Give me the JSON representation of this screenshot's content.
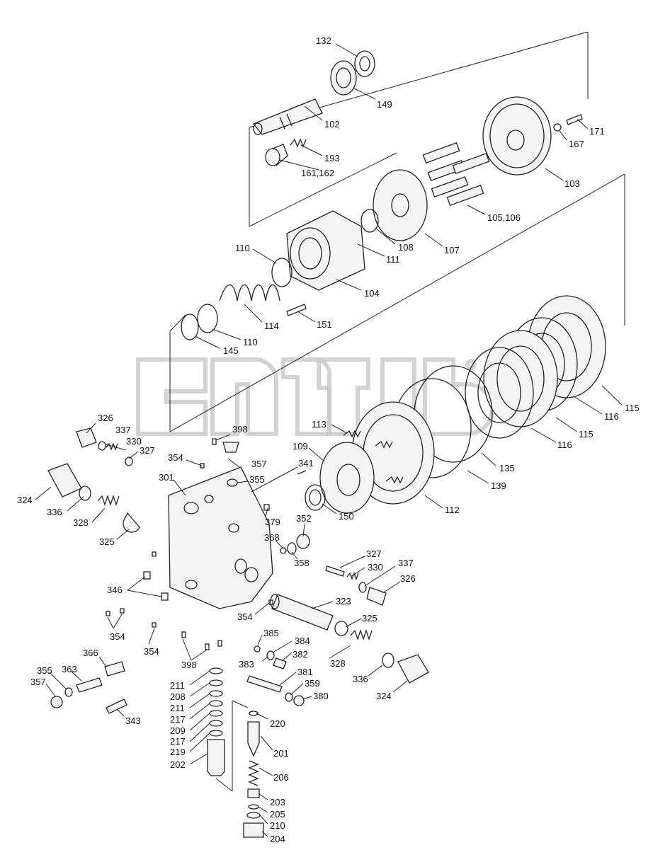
{
  "header_mark": "",
  "labels": {
    "132": "132",
    "149": "149",
    "102": "102",
    "193": "193",
    "161_162": "161,162",
    "171": "171",
    "167": "167",
    "103": "103",
    "105_106": "105,106",
    "107": "107",
    "108": "108",
    "111": "111",
    "110_top": "110",
    "104": "104",
    "114": "114",
    "151": "151",
    "110_bottom": "110",
    "145": "145",
    "115_right": "115",
    "116_right": "116",
    "115_mid": "115",
    "116_mid": "116",
    "113": "113",
    "109": "109",
    "135": "135",
    "139": "139",
    "112": "112",
    "150": "150",
    "326_top": "326",
    "337_top": "337",
    "330_top": "330",
    "327_top": "327",
    "398_top": "398",
    "354_a": "354",
    "357_top": "357",
    "341": "341",
    "301": "301",
    "355_top": "355",
    "324_left": "324",
    "336_left": "336",
    "328_left": "328",
    "325_left": "325",
    "379": "379",
    "352": "352",
    "368": "368",
    "358": "358",
    "327_right": "327",
    "330_right": "330",
    "337_right": "337",
    "326_right": "326",
    "346": "346",
    "323": "323",
    "354_b": "354",
    "325_right": "325",
    "354_c": "354",
    "385": "385",
    "384": "384",
    "382": "382",
    "354_d": "354",
    "383": "383",
    "328_right": "328",
    "398_bottom": "398",
    "366": "366",
    "381": "381",
    "336_right": "336",
    "359": "359",
    "355_bottom": "355",
    "363": "363",
    "324_right": "324",
    "357_bottom": "357",
    "211_a": "211",
    "208": "208",
    "380": "380",
    "211_b": "211",
    "217_a": "217",
    "343": "343",
    "220": "220",
    "209": "209",
    "217_b": "217",
    "219": "219",
    "201": "201",
    "202": "202",
    "206": "206",
    "203": "203",
    "205": "205",
    "210": "210",
    "204": "204"
  }
}
